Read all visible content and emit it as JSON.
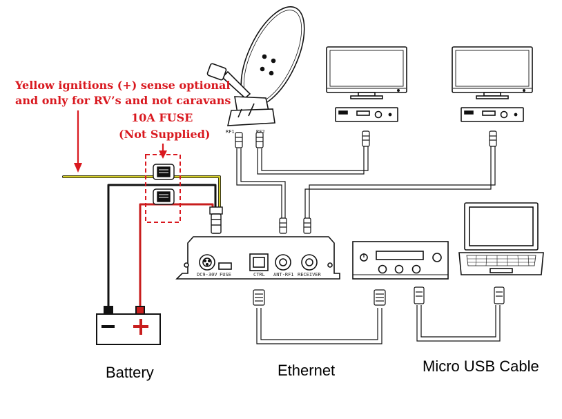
{
  "notes": {
    "ignition_line1": "Yellow  ignitions  (+)  sense  optional",
    "ignition_line2": "and only for RV’s and not caravans",
    "fuse_line1": "10A FUSE",
    "fuse_line2": "(Not Supplied)"
  },
  "captions": {
    "battery": "Battery",
    "ethernet": "Ethernet",
    "usb": "Micro USB Cable"
  },
  "antenna_ports": {
    "rf1": "RF1",
    "rf2": "RF2"
  },
  "controller_ports": {
    "power": "DC9-30V",
    "fuse": "FUSE",
    "ctrl": "CTRL",
    "ant_rf1": "ANT-RF1",
    "receiver": "RECEIVER"
  },
  "battery_terminals": {
    "negative": "−",
    "positive": "+"
  },
  "colors": {
    "red_wire": "#c81e1e",
    "yellow_wire": "#d6cf2a",
    "black_wire": "#111111",
    "annotation": "#d9181f"
  }
}
